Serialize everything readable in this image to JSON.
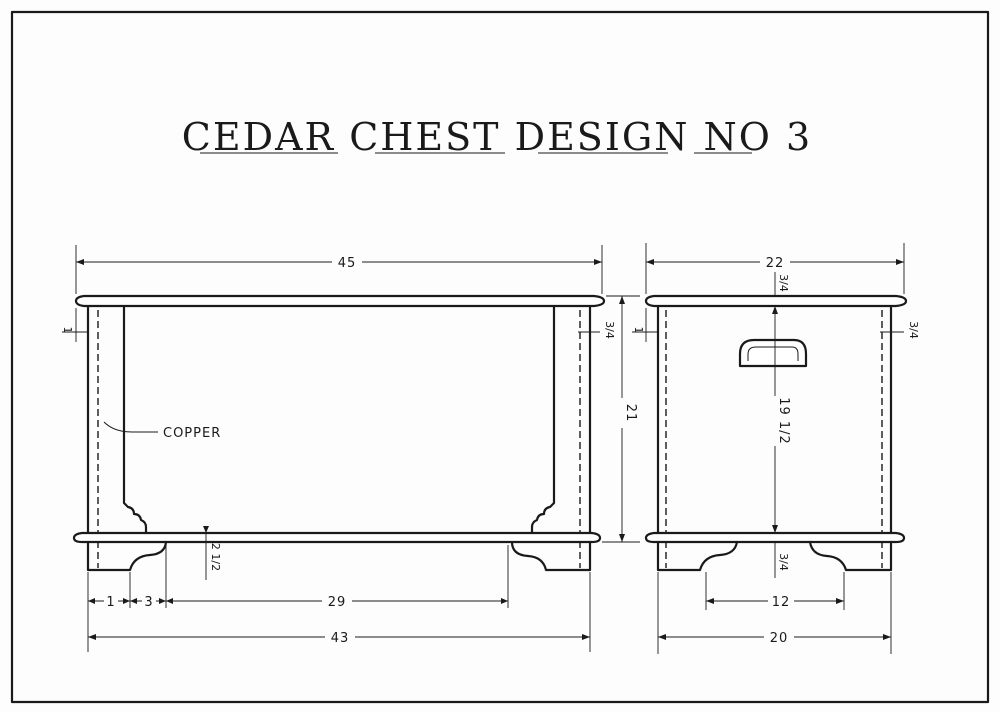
{
  "drawing": {
    "title": "CEDAR CHEST DESIGN NO 3",
    "callout_material": "COPPER",
    "front_view": {
      "overall_top_width": "45",
      "base_width": "43",
      "height": "21",
      "lid_overhang": "1",
      "side_thickness": "3/4",
      "bottom_height": "2 1/2",
      "foot_offset": "1",
      "foot_width": "3",
      "foot_span": "29"
    },
    "side_view": {
      "overall_top_width": "22",
      "base_width": "20",
      "lid_thickness": "3/4",
      "lid_overhang": "1",
      "side_thickness": "3/4",
      "inner_height": "19 1/2",
      "base_thickness": "3/4",
      "foot_span": "12"
    }
  }
}
